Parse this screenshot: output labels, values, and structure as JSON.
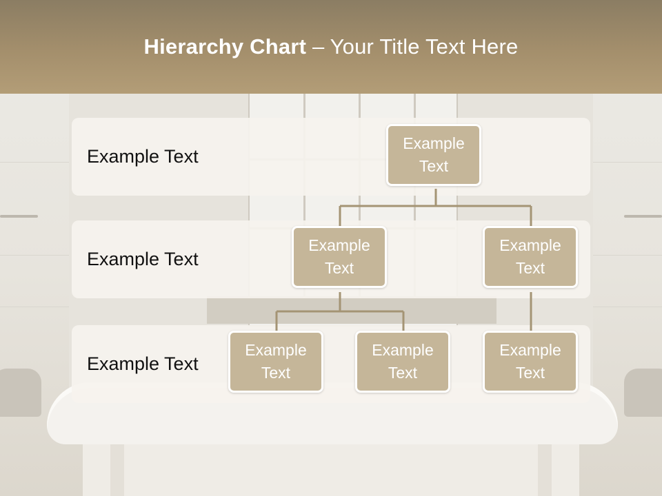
{
  "slide": {
    "title_bold": "Hierarchy Chart",
    "title_rest": " – Your Title Text Here"
  },
  "rows": [
    {
      "label": "Example Text"
    },
    {
      "label": "Example Text"
    },
    {
      "label": "Example Text"
    }
  ],
  "nodes": {
    "root": "Example\nText",
    "level2_left": "Example\nText",
    "level2_right": "Example\nText",
    "level3_a": "Example\nText",
    "level3_b": "Example\nText",
    "level3_c": "Example\nText"
  },
  "colors": {
    "title_bar": "#a48f6c",
    "node_fill": "#c5b699",
    "node_border": "#ffffff",
    "connector": "#a49474",
    "row_band": "#f6f3ee"
  }
}
